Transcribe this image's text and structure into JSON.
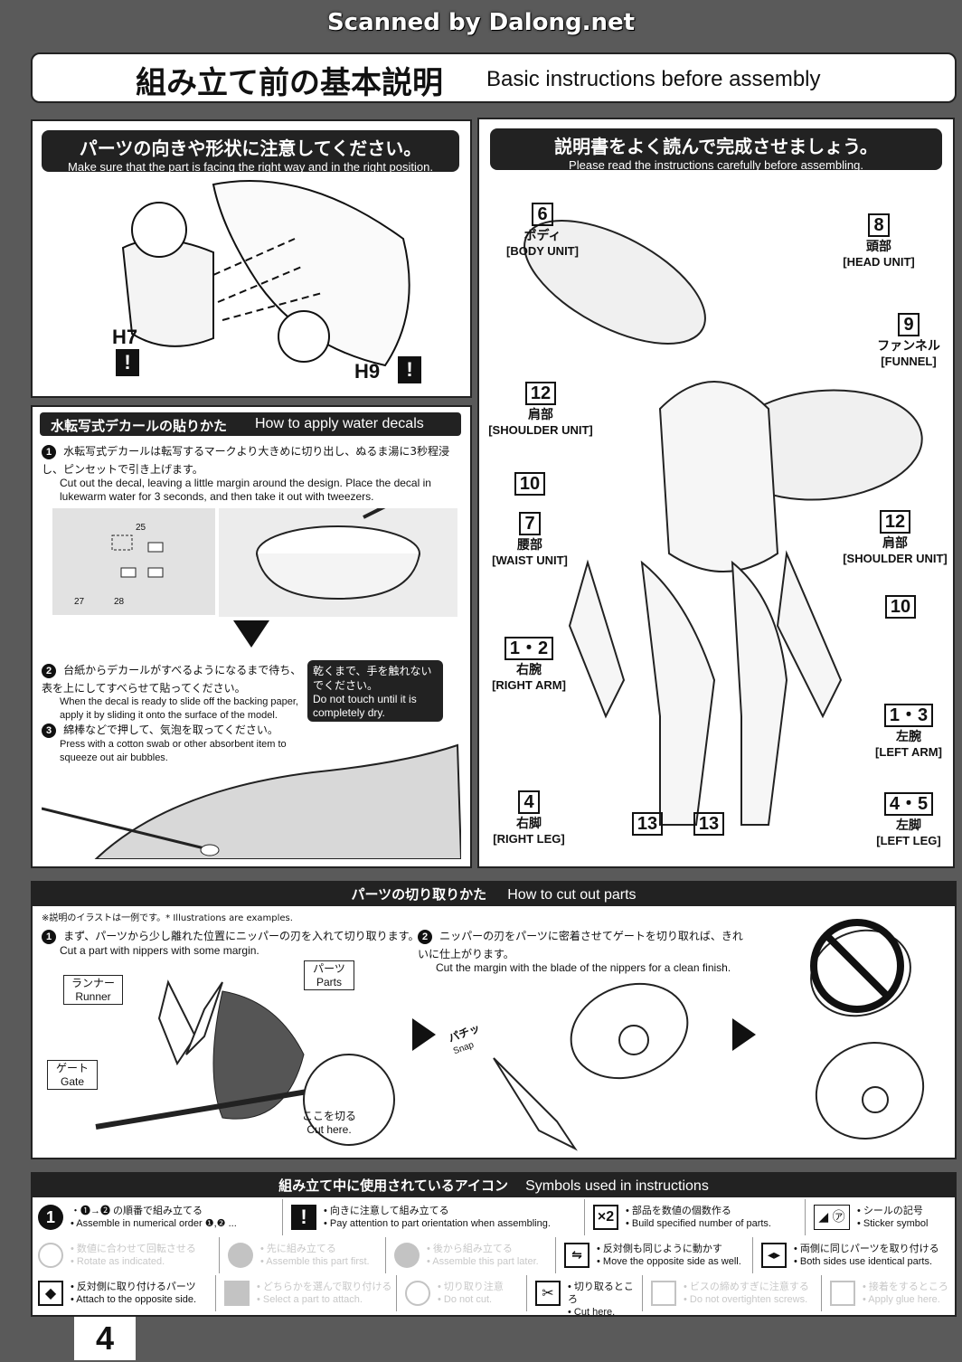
{
  "scanner_credit": "Scanned by Dalong.net",
  "page_title": {
    "jp": "組み立て前の基本説明",
    "en": "Basic instructions before assembly"
  },
  "orientation_panel": {
    "jp": "パーツの向きや形状に注意してください。",
    "en": "Make sure that the part is facing the right way and in the right position.",
    "part_a": "H7",
    "part_b": "H9"
  },
  "read_panel": {
    "jp": "説明書をよく読んで完成させましょう。",
    "en": "Please read the instructions carefully before assembling.",
    "labels": [
      {
        "num": "6",
        "jp": "ボディ",
        "en": "[BODY UNIT]"
      },
      {
        "num": "8",
        "jp": "頭部",
        "en": "[HEAD UNIT]"
      },
      {
        "num": "9",
        "jp": "ファンネル",
        "en": "[FUNNEL]"
      },
      {
        "num": "12",
        "jp": "肩部",
        "en": "[SHOULDER UNIT]"
      },
      {
        "num": "10",
        "jp": "",
        "en": ""
      },
      {
        "num": "7",
        "jp": "腰部",
        "en": "[WAIST UNIT]"
      },
      {
        "num": "12",
        "jp": "肩部",
        "en": "[SHOULDER UNIT]"
      },
      {
        "num": "10",
        "jp": "",
        "en": ""
      },
      {
        "num": "1・2",
        "jp": "右腕",
        "en": "[RIGHT ARM]"
      },
      {
        "num": "1・3",
        "jp": "左腕",
        "en": "[LEFT ARM]"
      },
      {
        "num": "4",
        "jp": "右脚",
        "en": "[RIGHT LEG]"
      },
      {
        "num": "13",
        "jp": "",
        "en": ""
      },
      {
        "num": "13",
        "jp": "",
        "en": ""
      },
      {
        "num": "4・5",
        "jp": "左脚",
        "en": "[LEFT LEG]"
      }
    ]
  },
  "decal_panel": {
    "header_jp": "水転写式デカールの貼りかた",
    "header_en": "How to apply water decals",
    "step1_jp": "水転写式デカールは転写するマークより大きめに切り出し、ぬるま湯に3秒程浸し、ピンセットで引き上げます。",
    "step1_en": "Cut out the decal, leaving a little margin around the design. Place the decal in lukewarm water for 3 seconds, and then take it out with tweezers.",
    "step2_jp": "台紙からデカールがすべるようになるまで待ち、表を上にしてすべらせて貼ってください。",
    "step2_en": "When the decal is ready to slide off the backing paper, apply it by sliding it onto the surface of the model.",
    "step3_jp": "綿棒などで押して、気泡を取ってください。",
    "step3_en": "Press with a cotton swab or other absorbent item to squeeze out air bubbles.",
    "note_jp": "乾くまで、手を触れないでください。",
    "note_en": "Do not touch until it is completely dry.",
    "sheet_nums": [
      "25",
      "27",
      "28"
    ]
  },
  "cut_panel": {
    "header_jp": "パーツの切り取りかた",
    "header_en": "How to cut out parts",
    "note": "※説明のイラストは一例です。* Illustrations are examples.",
    "step1_jp": "まず、パーツから少し離れた位置にニッパーの刃を入れて切り取ります。",
    "step1_en": "Cut a part with nippers with some margin.",
    "step2_jp": "ニッパーの刃をパーツに密着させてゲートを切り取れば、きれいに仕上がります。",
    "step2_en": "Cut the margin with the blade of the nippers for a clean finish.",
    "runner_jp": "ランナー",
    "runner_en": "Runner",
    "parts_jp": "パーツ",
    "parts_en": "Parts",
    "gate_jp": "ゲート",
    "gate_en": "Gate",
    "cut_jp": "ここを切る",
    "cut_en": "Cut here.",
    "snap_jp": "パチッ",
    "snap_en": "Snap"
  },
  "symbols_panel": {
    "header_jp": "組み立て中に使用されているアイコン",
    "header_en": "Symbols used in instructions",
    "row1": [
      {
        "icon": "numbered-order-icon",
        "jp": "・❶→❷ の順番で組み立てる",
        "en": "• Assemble in numerical order ❶,❷ ..."
      },
      {
        "icon": "attention-icon",
        "jp": "• 向きに注意して組み立てる",
        "en": "• Pay attention to part orientation when assembling."
      },
      {
        "icon": "multiply-2-icon",
        "jp": "• 部品を数値の個数作る",
        "en": "• Build specified number of parts."
      },
      {
        "icon": "sticker-icon",
        "jp": "• シールの記号",
        "en": "• Sticker symbol"
      }
    ],
    "row2": [
      {
        "icon": "rotate-icon",
        "jp": "• 数値に合わせて回転させる",
        "en": "• Rotate as indicated.",
        "faded": true
      },
      {
        "icon": "assemble-first-icon",
        "jp": "• 先に組み立てる",
        "en": "• Assemble this part first.",
        "faded": true
      },
      {
        "icon": "assemble-later-icon",
        "jp": "• 後から組み立てる",
        "en": "• Assemble this part later.",
        "faded": true
      },
      {
        "icon": "opposite-side-icon",
        "jp": "• 反対側も同じように動かす",
        "en": "• Move the opposite side as well.",
        "faded": false
      },
      {
        "icon": "both-sides-icon",
        "jp": "• 両側に同じパーツを取り付ける",
        "en": "• Both sides use identical parts.",
        "faded": false
      }
    ],
    "row3": [
      {
        "icon": "attach-opposite-icon",
        "jp": "• 反対側に取り付けるパーツ",
        "en": "• Attach to the opposite side.",
        "faded": false
      },
      {
        "icon": "select-part-icon",
        "jp": "• どちらかを選んで取り付ける",
        "en": "• Select a part to attach.",
        "faded": true
      },
      {
        "icon": "do-not-cut-icon",
        "jp": "• 切り取り注意",
        "en": "• Do not cut.",
        "faded": true
      },
      {
        "icon": "cut-here-icon",
        "jp": "• 切り取るところ",
        "en": "• Cut here.",
        "faded": false
      },
      {
        "icon": "screw-icon",
        "jp": "• ビスの締めすぎに注意する",
        "en": "• Do not overtighten screws.",
        "faded": true
      },
      {
        "icon": "glue-icon",
        "jp": "• 接着をするところ",
        "en": "• Apply glue here.",
        "faded": true
      }
    ]
  },
  "page_number": "4"
}
